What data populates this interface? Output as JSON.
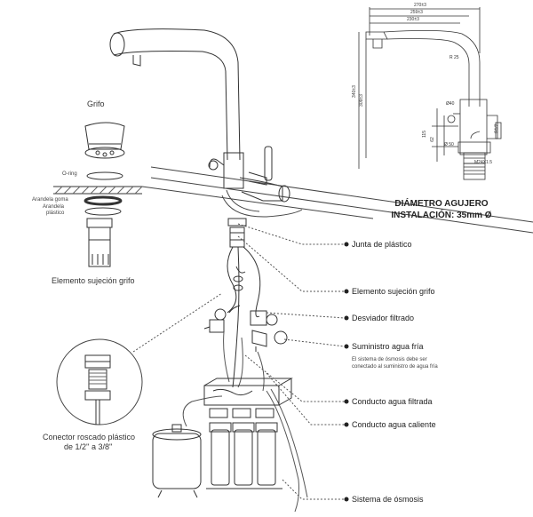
{
  "labels": {
    "grifo": "Grifo",
    "oring": "O-ring",
    "arandela_goma": "Arandela goma",
    "arandela_plastico_1": "Arandela",
    "arandela_plastico_2": "plástico",
    "elemento_sujecion": "Elemento sujeción grifo",
    "conector_1": "Conector roscado plástico",
    "conector_2": "de 1/2'' a 3/8''"
  },
  "callouts": [
    {
      "text": "Junta de plástico"
    },
    {
      "text": "Elemento sujeción grifo"
    },
    {
      "text": "Desviador filtrado"
    },
    {
      "text": "Suministro agua fría"
    },
    {
      "text": "Conducto agua filtrada"
    },
    {
      "text": "Conducto agua caliente"
    },
    {
      "text": "Sistema de ósmosis"
    }
  ],
  "note": {
    "line1": "El sistema de ósmosis debe ser",
    "line2": "conectado al suministro de agua fría"
  },
  "heading": {
    "line1": "DIÁMETRO AGUJERO",
    "line2": "INSTALACIÓN: 35mm Ø"
  },
  "dimensions": {
    "d1": "270±3",
    "d2": "259±3",
    "d3": "230±3",
    "r25": "R 25",
    "h1": "340±3",
    "h2": "309±3",
    "d40": "Ø40",
    "h115": "115",
    "h62": "62",
    "d50": "Ø 50",
    "thread": "M24X1.5",
    "g12": "G1/2"
  }
}
